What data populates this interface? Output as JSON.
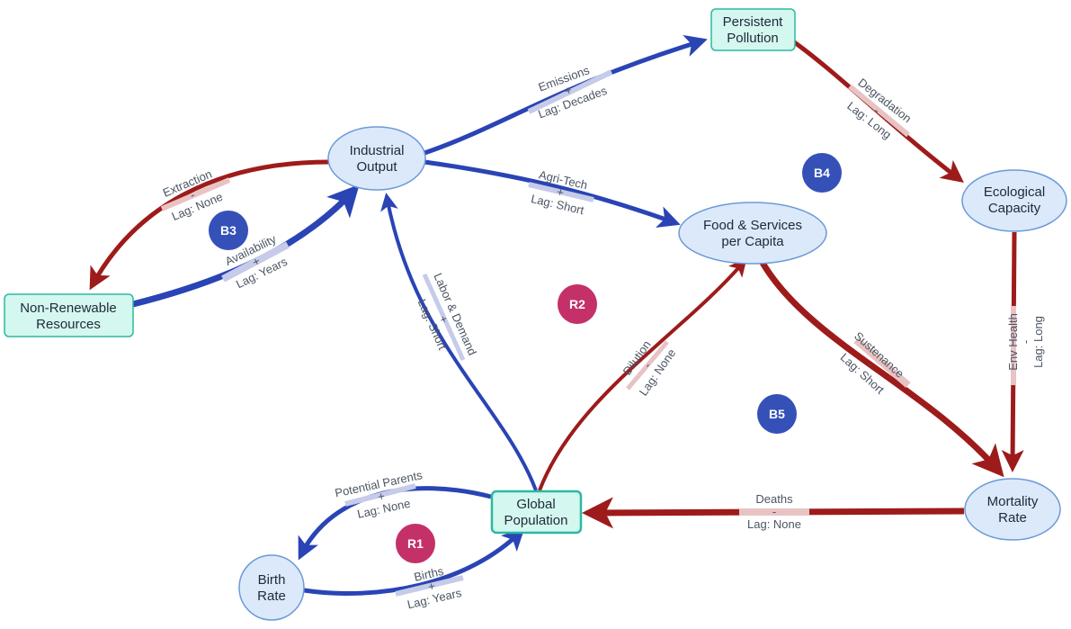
{
  "colors": {
    "positive": "#2a44b5",
    "negative": "#9e1b1b",
    "positive_band": "#c5cbe8",
    "negative_band": "#e8c3c3",
    "stock_fill": "#d4f7f0",
    "stock_stroke": "#2bb9a0",
    "aux_fill": "#dbe9fb",
    "aux_stroke": "#6c9ad6",
    "loop_balancing": "#3551b8",
    "loop_reinforcing": "#c3306a"
  },
  "nodes": {
    "persistent_pollution": [
      "Persistent",
      "Pollution"
    ],
    "industrial_output": [
      "Industrial",
      "Output"
    ],
    "ecological_capacity": [
      "Ecological",
      "Capacity"
    ],
    "food_services": [
      "Food & Services",
      "per Capita"
    ],
    "non_renewable": [
      "Non-Renewable",
      "Resources"
    ],
    "global_population": [
      "Global",
      "Population"
    ],
    "mortality_rate": [
      "Mortality",
      "Rate"
    ],
    "birth_rate": [
      "Birth",
      "Rate"
    ]
  },
  "edges": {
    "emissions": {
      "label": "Emissions",
      "sign": "+",
      "lag": "Lag: Decades"
    },
    "degradation": {
      "label": "Degradation",
      "sign": "-",
      "lag": "Lag: Long"
    },
    "extraction": {
      "label": "Extraction",
      "sign": "-",
      "lag": "Lag: None"
    },
    "availability": {
      "label": "Availability",
      "sign": "+",
      "lag": "Lag: Years"
    },
    "agri_tech": {
      "label": "Agri-Tech",
      "sign": "+",
      "lag": "Lag: Short"
    },
    "labor_demand": {
      "label": "Labor & Demand",
      "sign": "+",
      "lag": "Lag: Short"
    },
    "dilution": {
      "label": "Dilution",
      "sign": "-",
      "lag": "Lag: None"
    },
    "sustenance": {
      "label": "Sustenance",
      "sign": "-",
      "lag": "Lag: Short"
    },
    "env_health": {
      "label": "Env Health",
      "sign": "-",
      "lag": "Lag: Long"
    },
    "deaths": {
      "label": "Deaths",
      "sign": "-",
      "lag": "Lag: None"
    },
    "potential_parents": {
      "label": "Potential Parents",
      "sign": "+",
      "lag": "Lag: None"
    },
    "births": {
      "label": "Births",
      "sign": "+",
      "lag": "Lag: Years"
    }
  },
  "loops": {
    "b3": "B3",
    "b4": "B4",
    "r2": "R2",
    "b5": "B5",
    "r1": "R1"
  }
}
